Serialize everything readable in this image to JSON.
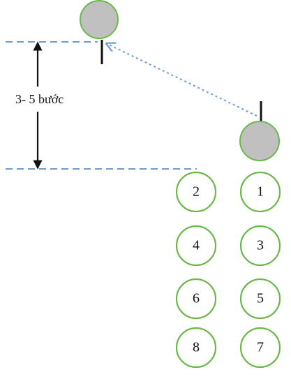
{
  "diagram": {
    "distance_label": "3- 5 bước",
    "colors": {
      "circle_stroke": "#6bb84a",
      "gray_fill": "#c0c0c0",
      "dashed_line": "#6b9bd1",
      "arrow": "#6b9bd1",
      "text": "#111111"
    },
    "positions": [
      {
        "id": "2",
        "label": "2"
      },
      {
        "id": "1",
        "label": "1"
      },
      {
        "id": "4",
        "label": "4"
      },
      {
        "id": "3",
        "label": "3"
      },
      {
        "id": "6",
        "label": "6"
      },
      {
        "id": "5",
        "label": "5"
      },
      {
        "id": "8",
        "label": "8"
      },
      {
        "id": "7",
        "label": "7"
      }
    ]
  }
}
